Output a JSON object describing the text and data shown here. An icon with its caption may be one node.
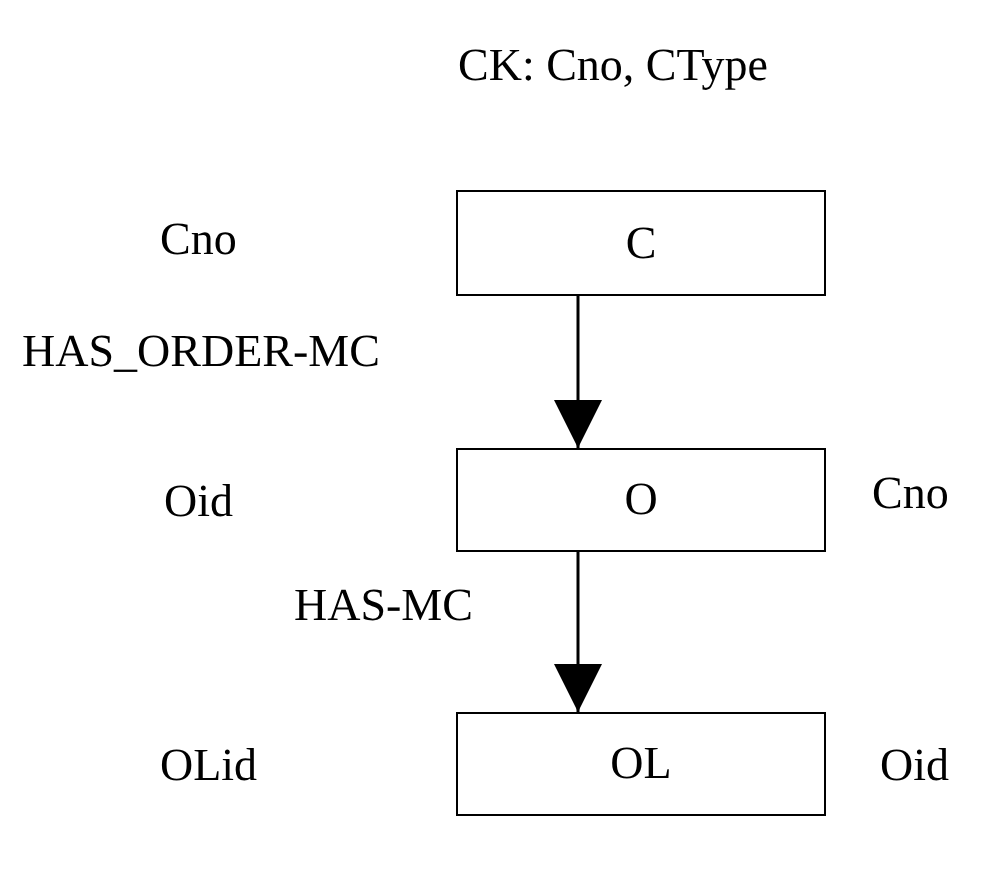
{
  "diagram": {
    "nodes": [
      {
        "text": [
          "C"
        ],
        "beside": [
          "CK: Cno, CType"
        ]
      },
      {
        "text": [
          "O"
        ],
        "beside": [
          "Cno"
        ]
      },
      {
        "text": [
          "OL"
        ],
        "beside": [
          "Oid"
        ]
      }
    ],
    "edges": [
      {
        "from": 0,
        "to": 1,
        "arrow": "to",
        "label": "HAS_ORDER-MC"
      },
      {
        "from": 1,
        "to": 2,
        "arrow": "to",
        "label": "HAS-MC"
      }
    ],
    "labels": [
      "Cno",
      "Oid",
      "OLid"
    ]
  }
}
